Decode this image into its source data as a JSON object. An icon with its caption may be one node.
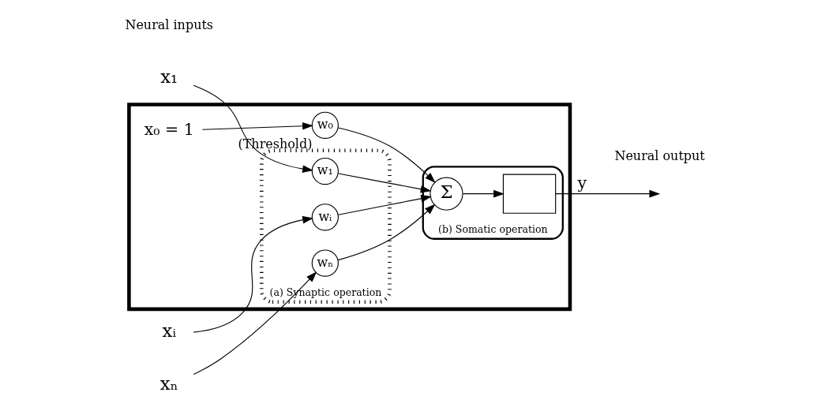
{
  "diagram": {
    "nodes": [
      {
        "text": [],
        "shape": "pentagon"
      },
      {
        "text": [
          "x₁"
        ]
      },
      {
        "text": [
          "xᵢ"
        ]
      },
      {
        "text": [
          "xₙ"
        ]
      },
      {
        "text": [
          "(a) Synaptic operation"
        ],
        "in": 0
      },
      {
        "text": [
          "w₁"
        ],
        "in": 4
      },
      {
        "text": [
          "wᵢ"
        ],
        "in": 4
      },
      {
        "text": [
          "wₙ"
        ],
        "in": 4
      },
      {
        "text": [
          "x₀ = 1"
        ],
        "in": 0
      },
      {
        "text": [
          "w₀"
        ],
        "in": 0,
        "beside": [
          "(Threshold)"
        ]
      },
      {
        "text": [
          "(b) Somatic operation"
        ],
        "in": 0
      },
      {
        "text": [
          "Σ"
        ],
        "in": 10
      },
      {
        "text": [],
        "shape": "box",
        "in": 10
      }
    ],
    "edges": [
      {
        "from": 1,
        "to": 5,
        "arrow": "to"
      },
      {
        "from": 2,
        "to": 6,
        "arrow": "to"
      },
      {
        "from": 3,
        "to": 7,
        "arrow": "to"
      },
      {
        "from": 5,
        "to": 11,
        "arrow": "to"
      },
      {
        "from": 6,
        "to": 11,
        "arrow": "to"
      },
      {
        "from": 7,
        "to": 11,
        "arrow": "to"
      },
      {
        "from": 8,
        "to": 9,
        "arrow": "to"
      },
      {
        "from": 9,
        "to": 11,
        "arrow": "to"
      },
      {
        "from": 11,
        "to": 12,
        "arrow": "to"
      },
      {
        "from": 12,
        "to": null,
        "arrow": "to",
        "label": "y"
      }
    ],
    "labels": [
      "Neural inputs",
      "Neural output"
    ]
  }
}
